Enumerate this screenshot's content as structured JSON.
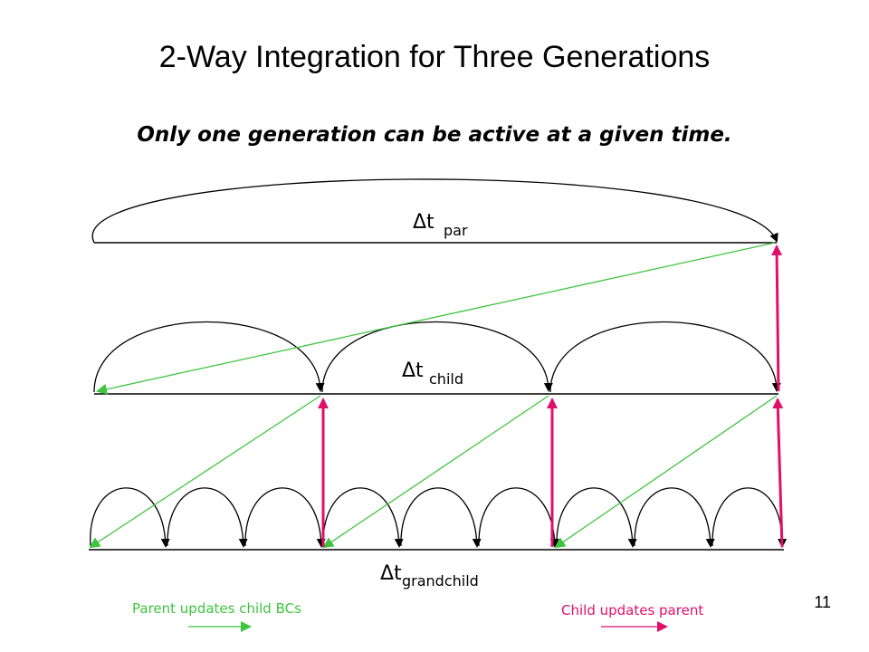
{
  "slide": {
    "title": "2-Way Integration for Three Generations",
    "subtitle": "Only one generation can be active at a given time.",
    "page_number": "11"
  },
  "labels": {
    "delta": "Δt",
    "par": "par",
    "child": "child",
    "grandchild": "grandchild"
  },
  "legend": {
    "parent_to_child": "Parent updates child BCs",
    "child_to_parent": "Child updates parent"
  },
  "colors": {
    "parent_updates_child": "#3ec43e",
    "child_updates_parent": "#e0106a",
    "timeline": "#000000"
  },
  "structure": {
    "parent_steps": 1,
    "child_steps_per_parent": 3,
    "grandchild_steps_per_child": 3
  }
}
